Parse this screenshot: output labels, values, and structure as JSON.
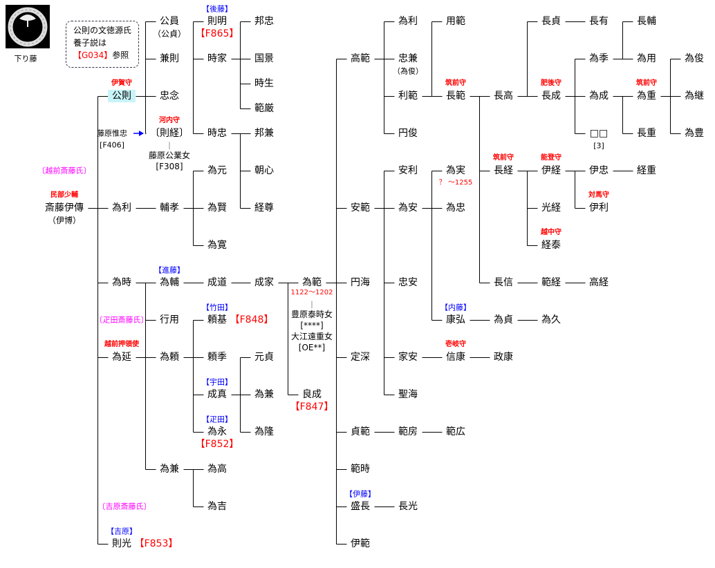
{
  "crest": {
    "label": "下り藤",
    "icon": "sagari-fuji-crest"
  },
  "note": {
    "line1": "公則の文徳源氏",
    "line2": "養子説は",
    "ref": "【G034】",
    "ref_suffix": "参照"
  },
  "branches": [
    {
      "id": "echizen",
      "text": "〔越前斎藤氏〕"
    },
    {
      "id": "hikita",
      "text": "〔疋田斎藤氏〕"
    },
    {
      "id": "yoshiwara",
      "text": "〔吉原斎藤氏〕"
    }
  ],
  "adoption": {
    "from": "藤原惟忠",
    "from_ref": "[F406]",
    "arrow_color": "#0000ff"
  },
  "colors": {
    "title": "#ff0000",
    "clan": "#0000ff",
    "branch": "#ff00ff",
    "highlight": "#c8f4f8"
  },
  "nodes": [
    {
      "id": "root",
      "name": "斎藤伊傳",
      "above": {
        "text": "民部少輔",
        "kind": "title"
      },
      "below": [
        {
          "text": "（伊博）",
          "kind": "normal"
        }
      ]
    },
    {
      "id": "kinnori",
      "name": "公則",
      "parent": "root",
      "highlight": true,
      "above": {
        "text": "伊賀守",
        "kind": "title"
      }
    },
    {
      "id": "tametoshi1",
      "name": "為利",
      "parent": "root"
    },
    {
      "id": "tametoki",
      "name": "為時",
      "parent": "root"
    },
    {
      "id": "tamenobu",
      "name": "為延",
      "parent": "root",
      "above": {
        "text": "越前押領使",
        "kind": "title"
      }
    },
    {
      "id": "norimitsu",
      "name": "則光",
      "parent": "root",
      "above": {
        "text": "【吉原】",
        "kind": "clan"
      },
      "side": "【F853】"
    },
    {
      "id": "kimikazu",
      "name": "公員",
      "parent": "kinnori",
      "below": [
        {
          "text": "（公貞）",
          "kind": "normal"
        }
      ]
    },
    {
      "id": "kanenori",
      "name": "兼則",
      "parent": "kinnori"
    },
    {
      "id": "chunen",
      "name": "忠念",
      "parent": "kinnori"
    },
    {
      "id": "noritsune",
      "name": "〔則経〕",
      "parent": "kinnori",
      "above": {
        "text": "河内守",
        "kind": "title"
      },
      "below": [
        {
          "text": "|",
          "kind": "sep"
        },
        {
          "text": "藤原公業女",
          "kind": "normal"
        },
        {
          "text": "[F308]",
          "kind": "normal"
        }
      ]
    },
    {
      "id": "noriaki",
      "name": "則明",
      "parent": "noritsune",
      "above": {
        "text": "【後藤】",
        "kind": "clan"
      },
      "below": [
        {
          "text": "【F865】",
          "kind": "ref-red"
        }
      ]
    },
    {
      "id": "tokiie",
      "name": "時家",
      "parent": "noritsune"
    },
    {
      "id": "tokitada",
      "name": "時忠",
      "parent": "noritsune"
    },
    {
      "id": "kunitada",
      "name": "邦忠",
      "parent": "tokiie"
    },
    {
      "id": "kunikage",
      "name": "国景",
      "parent": "tokiie"
    },
    {
      "id": "tokio",
      "name": "時生",
      "parent": "tokiie"
    },
    {
      "id": "hangen",
      "name": "範厳",
      "parent": "tokiie"
    },
    {
      "id": "kunikane",
      "name": "邦兼",
      "parent": "tokitada"
    },
    {
      "id": "choshin",
      "name": "朝心",
      "parent": "tokitada"
    },
    {
      "id": "keison",
      "name": "経尊",
      "parent": "tokitada"
    },
    {
      "id": "sukeyoshi",
      "name": "輔孝",
      "parent": "tametoshi1"
    },
    {
      "id": "tamemoto",
      "name": "為元",
      "parent": "sukeyoshi"
    },
    {
      "id": "tamekata",
      "name": "為賢",
      "parent": "sukeyoshi"
    },
    {
      "id": "tamehiro",
      "name": "為寛",
      "parent": "sukeyoshi"
    },
    {
      "id": "tamesuke",
      "name": "為輔",
      "parent": "tametoki",
      "above": {
        "text": "【進藤】",
        "kind": "clan"
      }
    },
    {
      "id": "yukimochi",
      "name": "行用",
      "parent": "tametoki"
    },
    {
      "id": "tameyori",
      "name": "為頼",
      "parent": "tamenobu"
    },
    {
      "id": "tamekane1",
      "name": "為兼",
      "parent": "tamenobu"
    },
    {
      "id": "narimichi",
      "name": "成道",
      "parent": "tamesuke"
    },
    {
      "id": "narie",
      "name": "成家",
      "parent": "narimichi"
    },
    {
      "id": "tamenori",
      "name": "為範",
      "parent": "narie",
      "below": [
        {
          "text": "1122〜1202",
          "kind": "note-red"
        },
        {
          "text": "|",
          "kind": "sep"
        },
        {
          "text": "豊原泰時女",
          "kind": "normal"
        },
        {
          "text": "[****]",
          "kind": "normal"
        },
        {
          "text": "大江遠重女",
          "kind": "normal"
        },
        {
          "text": "[OE**]",
          "kind": "normal"
        }
      ]
    },
    {
      "id": "yoshinari",
      "name": "良成",
      "parent": "narie",
      "below": [
        {
          "text": "【F847】",
          "kind": "ref-red"
        }
      ]
    },
    {
      "id": "yorimoto",
      "name": "頼基",
      "parent": "tameyori",
      "above": {
        "text": "【竹田】",
        "kind": "clan"
      },
      "side": "【F848】"
    },
    {
      "id": "yorisue",
      "name": "頼季",
      "parent": "tameyori"
    },
    {
      "id": "narizane",
      "name": "成真",
      "parent": "tameyori",
      "above": {
        "text": "【宇田】",
        "kind": "clan"
      }
    },
    {
      "id": "tamenaga",
      "name": "為永",
      "parent": "tameyori",
      "above": {
        "text": "【疋田】",
        "kind": "clan"
      },
      "below": [
        {
          "text": "【F852】",
          "kind": "ref-red"
        }
      ]
    },
    {
      "id": "motosada",
      "name": "元貞",
      "parent": "narizane"
    },
    {
      "id": "tamekane2",
      "name": "為兼",
      "parent": "narizane"
    },
    {
      "id": "tametaka2",
      "name": "為隆",
      "parent": "narizane"
    },
    {
      "id": "tametaka",
      "name": "為高",
      "parent": "tamekane1"
    },
    {
      "id": "tameyoshi",
      "name": "為吉",
      "parent": "tamekane1"
    },
    {
      "id": "takanori",
      "name": "高範",
      "parent": "tamenori"
    },
    {
      "id": "yasunori",
      "name": "安範",
      "parent": "tamenori"
    },
    {
      "id": "enkai",
      "name": "円海",
      "parent": "tamenori"
    },
    {
      "id": "joshin",
      "name": "定深",
      "parent": "tamenori"
    },
    {
      "id": "sadanori",
      "name": "貞範",
      "parent": "tamenori"
    },
    {
      "id": "noritoki",
      "name": "範時",
      "parent": "tamenori"
    },
    {
      "id": "morinaga",
      "name": "盛長",
      "parent": "tamenori",
      "above": {
        "text": "【伊藤】",
        "kind": "clan"
      }
    },
    {
      "id": "korenori",
      "name": "伊範",
      "parent": "tamenori"
    },
    {
      "id": "tametoshi2",
      "name": "為利",
      "parent": "takanori"
    },
    {
      "id": "tadakane",
      "name": "忠兼",
      "parent": "takanori",
      "below": [
        {
          "text": "（為俊）",
          "kind": "small"
        }
      ]
    },
    {
      "id": "toshinori",
      "name": "利範",
      "parent": "takanori"
    },
    {
      "id": "enshun",
      "name": "円俊",
      "parent": "takanori"
    },
    {
      "id": "mochinori",
      "name": "用範",
      "parent": "toshinori"
    },
    {
      "id": "naganori",
      "name": "長範",
      "parent": "toshinori",
      "above": {
        "text": "筑前守",
        "kind": "title"
      }
    },
    {
      "id": "nagataka",
      "name": "長高",
      "parent": "naganori"
    },
    {
      "id": "nagatsune",
      "name": "長経",
      "parent": "naganori",
      "above": {
        "text": "筑前守",
        "kind": "title"
      }
    },
    {
      "id": "naganobu",
      "name": "長信",
      "parent": "naganori"
    },
    {
      "id": "nagasada",
      "name": "長貞",
      "parent": "nagataka"
    },
    {
      "id": "naganari",
      "name": "長成",
      "parent": "nagataka",
      "above": {
        "text": "肥後守",
        "kind": "title"
      }
    },
    {
      "id": "nagaari",
      "name": "長有",
      "parent": "nagasada"
    },
    {
      "id": "tamesue",
      "name": "為季",
      "parent": "naganari"
    },
    {
      "id": "tamenari",
      "name": "為成",
      "parent": "naganari"
    },
    {
      "id": "unknown",
      "name": "□□",
      "parent": "naganari",
      "below": [
        {
          "text": "[3]",
          "kind": "small"
        }
      ]
    },
    {
      "id": "nagasuke",
      "name": "長輔",
      "parent": "tamesue"
    },
    {
      "id": "tamemochi",
      "name": "為用",
      "parent": "tamesue"
    },
    {
      "id": "tameshige",
      "name": "為重",
      "parent": "tamenari",
      "above": {
        "text": "筑前守",
        "kind": "title"
      }
    },
    {
      "id": "nagashige",
      "name": "長重",
      "parent": "tamenari"
    },
    {
      "id": "tametoshi3",
      "name": "為俊",
      "parent": "tameshige"
    },
    {
      "id": "tametsugu",
      "name": "為継",
      "parent": "tameshige"
    },
    {
      "id": "tametoyo",
      "name": "為豊",
      "parent": "tameshige"
    },
    {
      "id": "koretsune",
      "name": "伊経",
      "parent": "nagatsune",
      "above": {
        "text": "能登守",
        "kind": "title"
      }
    },
    {
      "id": "mitsutsune",
      "name": "光経",
      "parent": "nagatsune"
    },
    {
      "id": "tsuneyasu",
      "name": "経泰",
      "parent": "nagatsune",
      "above": {
        "text": "越中守",
        "kind": "title"
      }
    },
    {
      "id": "koretada",
      "name": "伊忠",
      "parent": "koretsune"
    },
    {
      "id": "koretoshi",
      "name": "伊利",
      "parent": "koretsune",
      "above": {
        "text": "対馬守",
        "kind": "title"
      }
    },
    {
      "id": "tsuneshige",
      "name": "経重",
      "parent": "koretada"
    },
    {
      "id": "noritsune2",
      "name": "範経",
      "parent": "naganobu"
    },
    {
      "id": "takatsune",
      "name": "高経",
      "parent": "noritsune2"
    },
    {
      "id": "yasutoshi",
      "name": "安利",
      "parent": "yasunori"
    },
    {
      "id": "tameyasu",
      "name": "為安",
      "parent": "yasunori"
    },
    {
      "id": "tadayasu",
      "name": "忠安",
      "parent": "yasunori"
    },
    {
      "id": "ieyasu",
      "name": "家安",
      "parent": "yasunori"
    },
    {
      "id": "seikai",
      "name": "聖海",
      "parent": "yasunori"
    },
    {
      "id": "tamezane",
      "name": "為実",
      "parent": "tameyasu",
      "below": [
        {
          "text": "？ 〜1255",
          "kind": "note-red"
        }
      ]
    },
    {
      "id": "tametada",
      "name": "為忠",
      "parent": "tameyasu"
    },
    {
      "id": "yasuhiro",
      "name": "康弘",
      "parent": "tameyasu",
      "above": {
        "text": "【内藤】",
        "kind": "clan"
      }
    },
    {
      "id": "tamesada",
      "name": "為貞",
      "parent": "yasuhiro"
    },
    {
      "id": "tamehisa",
      "name": "為久",
      "parent": "tamesada"
    },
    {
      "id": "nobuyasu",
      "name": "信康",
      "parent": "ieyasu",
      "above": {
        "text": "壱岐守",
        "kind": "title"
      }
    },
    {
      "id": "masayasu",
      "name": "政康",
      "parent": "nobuyasu"
    },
    {
      "id": "norifusa",
      "name": "範房",
      "parent": "sadanori"
    },
    {
      "id": "norihiro",
      "name": "範広",
      "parent": "norifusa"
    },
    {
      "id": "nagamitsu",
      "name": "長光",
      "parent": "morinaga"
    }
  ]
}
